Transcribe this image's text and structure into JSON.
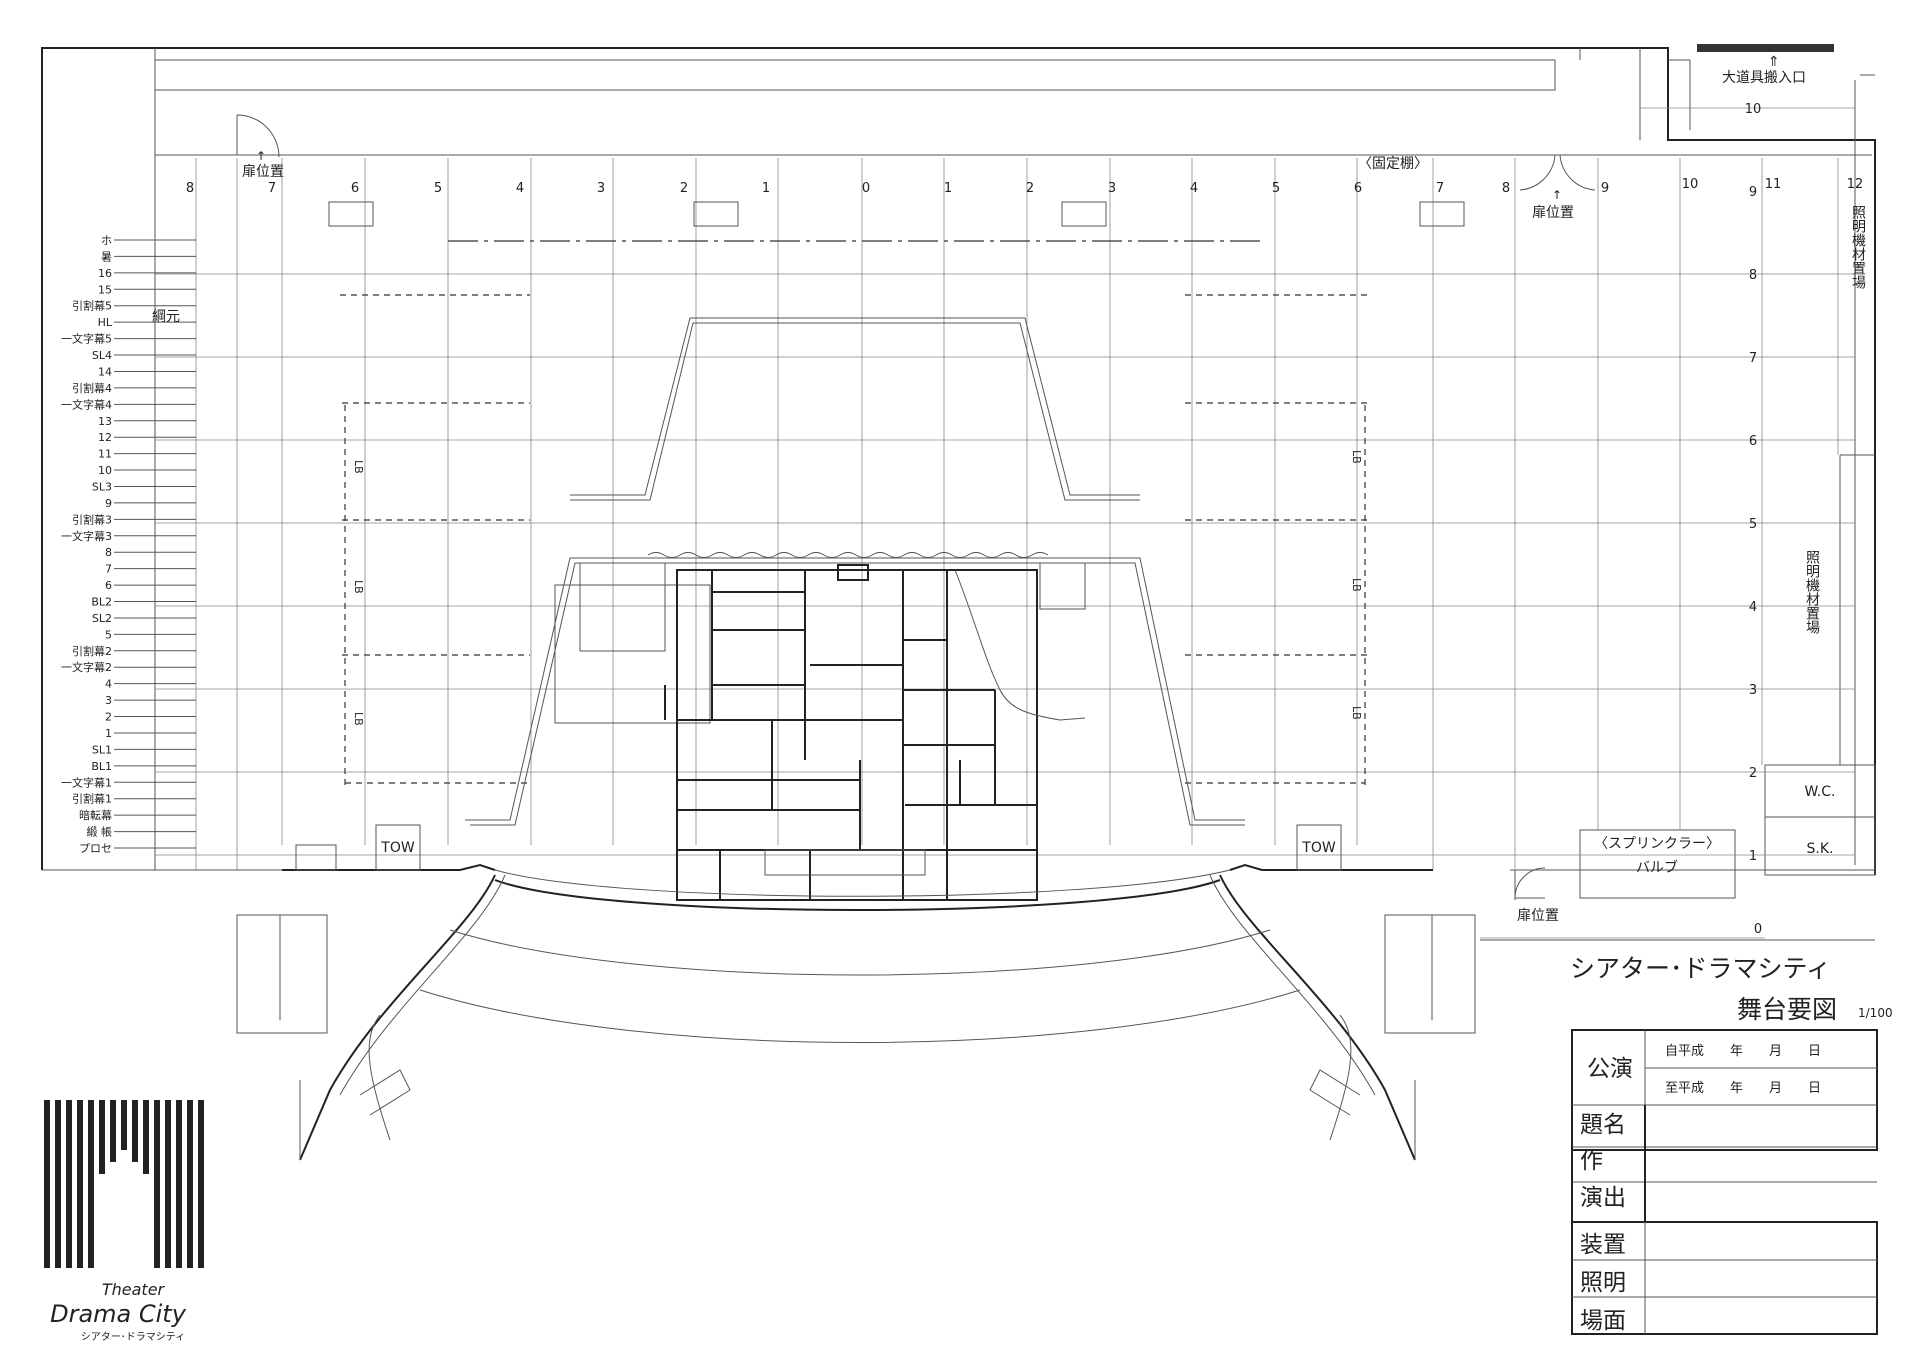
{
  "labels": {
    "big_prop_entrance": "大道具搬入口",
    "door_position": "扉位置",
    "fixed_gallery": "〈固定棚〉",
    "rigging": "綱元",
    "lighting_storage": "照明機材置場",
    "wc": "W.C.",
    "sk": "S.K.",
    "sprinkler": "〈スプリンクラー〉",
    "valve": "バルブ",
    "tow": "TOW",
    "lb": "LB"
  },
  "x_axis_left": [
    "8",
    "7",
    "6",
    "5",
    "4",
    "3",
    "2",
    "1",
    "0"
  ],
  "x_axis_right": [
    "1",
    "2",
    "3",
    "4",
    "5",
    "6",
    "7",
    "8",
    "9",
    "10",
    "11",
    "12"
  ],
  "y_axis": [
    "10",
    "9",
    "8",
    "7",
    "6",
    "5",
    "4",
    "3",
    "2",
    "1",
    "0"
  ],
  "batten_labels": [
    "ホ",
    "暑",
    "16",
    "15",
    "引割幕5",
    "HL",
    "一文字幕5",
    "SL4",
    "14",
    "引割幕4",
    "一文字幕4",
    "13",
    "12",
    "11",
    "10",
    "SL3",
    "9",
    "引割幕3",
    "一文字幕3",
    "8",
    "7",
    "6",
    "BL2",
    "SL2",
    "5",
    "引割幕2",
    "一文字幕2",
    "4",
    "3",
    "2",
    "1",
    "SL1",
    "BL1",
    "一文字幕1",
    "引割幕1",
    "暗転幕",
    "緞 帳",
    "プロセ"
  ],
  "title_block": {
    "theater_name": "シアター･ドラマシティ",
    "drawing_title": "舞台要図",
    "scale": "1/100",
    "performance": "公演",
    "from_date": "自平成　　年　　月　　日",
    "to_date": "至平成　　年　　月　　日",
    "rows": [
      "題名",
      "作",
      "演出"
    ],
    "rows2": [
      "装置",
      "照明",
      "場面"
    ]
  },
  "logo": {
    "line1": "Theater",
    "line2": "Drama City",
    "line3": "シアター･ドラマシティ"
  }
}
